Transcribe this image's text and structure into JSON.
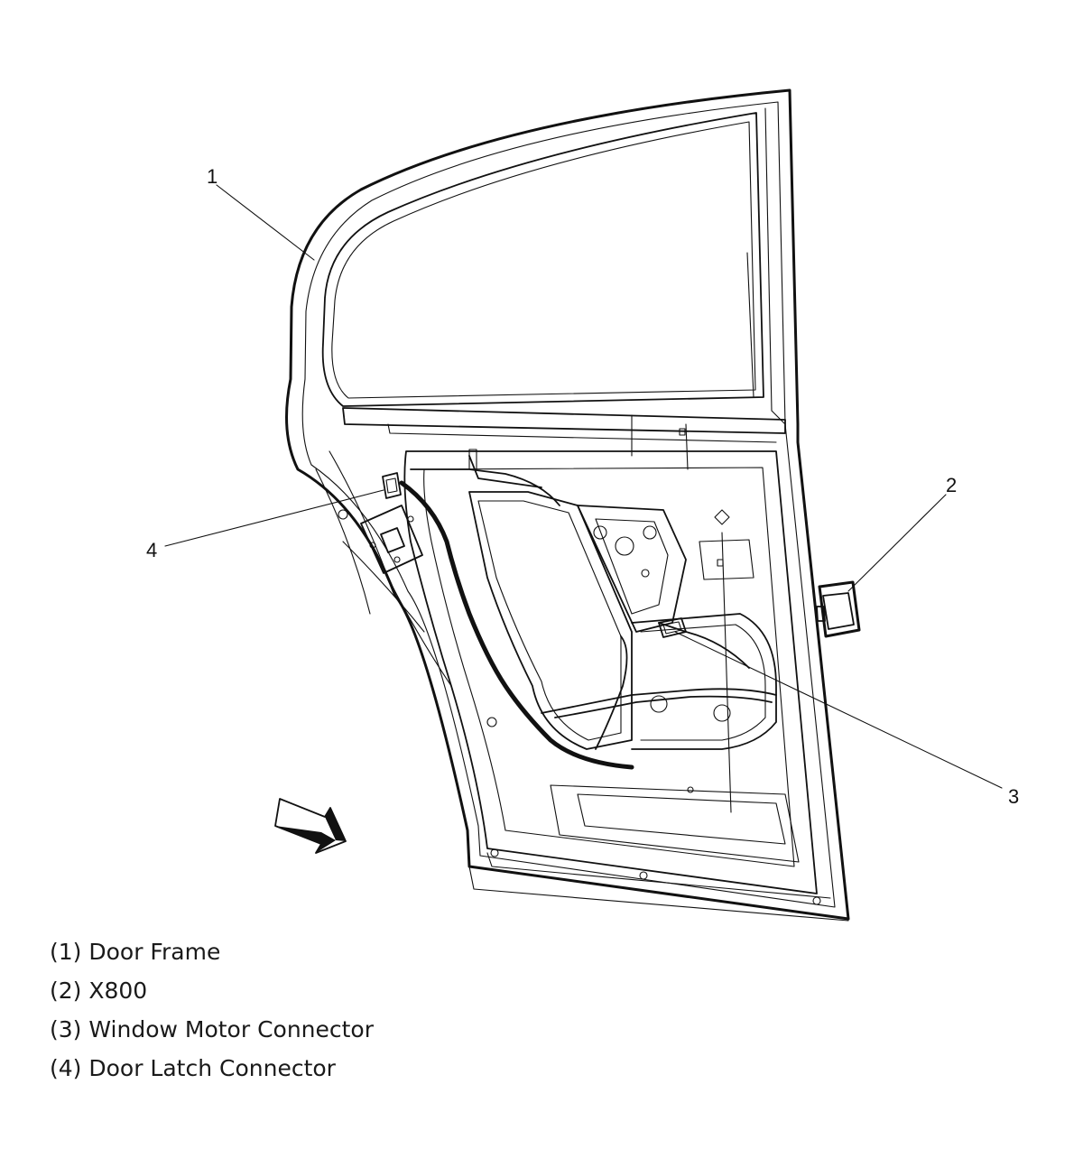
{
  "diagram": {
    "callouts": [
      {
        "id": "1",
        "label": "1"
      },
      {
        "id": "2",
        "label": "2"
      },
      {
        "id": "3",
        "label": "3"
      },
      {
        "id": "4",
        "label": "4"
      }
    ],
    "legend": [
      {
        "text": "(1) Door Frame"
      },
      {
        "text": "(2) X800"
      },
      {
        "text": "(3) Window Motor Connector"
      },
      {
        "text": "(4) Door Latch Connector"
      }
    ],
    "icons": [
      "direction-arrow-icon"
    ]
  }
}
